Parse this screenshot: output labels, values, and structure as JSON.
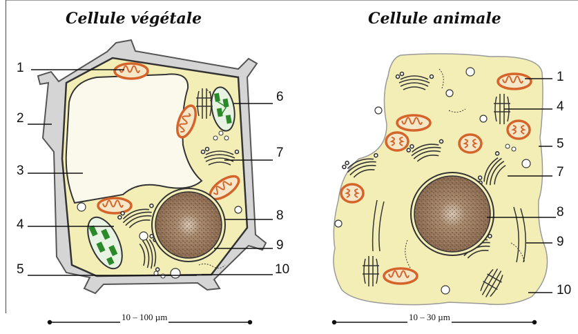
{
  "plant": {
    "title": "Cellule végétale",
    "labels": [
      "1",
      "2",
      "3",
      "4",
      "5",
      "6",
      "7",
      "8",
      "9",
      "10"
    ],
    "scale": "10 – 100 µm"
  },
  "animal": {
    "title": "Cellule animale",
    "labels": [
      "1",
      "4",
      "5",
      "7",
      "8",
      "9",
      "10"
    ],
    "scale": "10 – 30 µm"
  },
  "colors": {
    "cytoplasm": "#f3edb6",
    "cell_wall": "#d7d7d7",
    "vacuole": "#fbf9ec",
    "mitochondria": "#d4642a",
    "chloroplast": "#2a8a2a",
    "nucleus": "#9b7a5e"
  }
}
